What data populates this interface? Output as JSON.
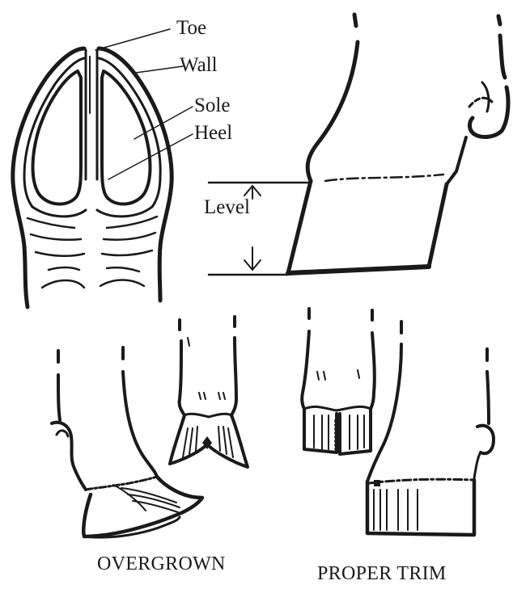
{
  "labels": {
    "toe": "Toe",
    "wall": "Wall",
    "sole": "Sole",
    "heel": "Heel",
    "level": "Level"
  },
  "captions": {
    "overgrown": "OVERGROWN",
    "proper_trim": "PROPER TRIM"
  },
  "colors": {
    "ink": "#1a1a1a",
    "background": "#ffffff"
  }
}
